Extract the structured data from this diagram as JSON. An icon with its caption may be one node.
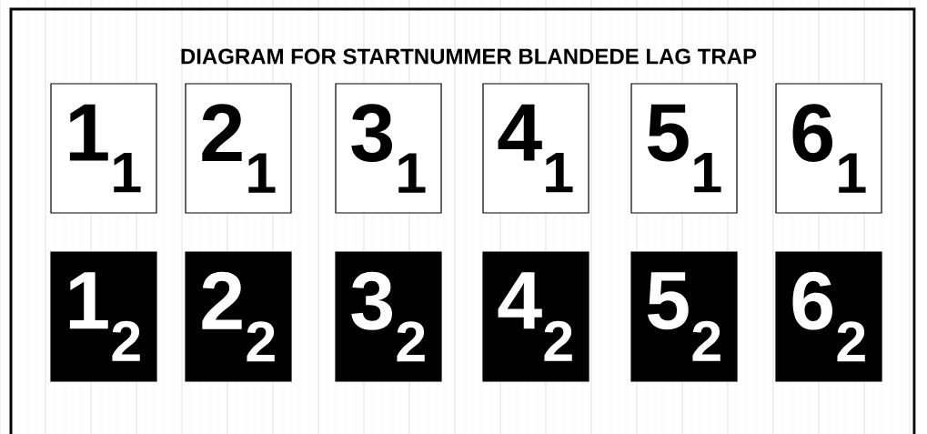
{
  "diagram": {
    "title": "DIAGRAM FOR STARTNUMMER BLANDEDE LAG TRAP",
    "nodes": [
      {
        "text": [
          "1$_{1}$"
        ]
      },
      {
        "text": [
          "2$_{1}$"
        ]
      },
      {
        "text": [
          "3$_{1}$"
        ]
      },
      {
        "text": [
          "4$_{1}$"
        ]
      },
      {
        "text": [
          "5$_{1}$"
        ]
      },
      {
        "text": [
          "6$_{1}$"
        ]
      },
      {
        "text": [
          "1$_{2}$"
        ]
      },
      {
        "text": [
          "2$_{2}$"
        ]
      },
      {
        "text": [
          "3$_{2}$"
        ]
      },
      {
        "text": [
          "4$_{2}$"
        ]
      },
      {
        "text": [
          "5$_{2}$"
        ]
      },
      {
        "text": [
          "6$_{2}$"
        ]
      }
    ]
  }
}
